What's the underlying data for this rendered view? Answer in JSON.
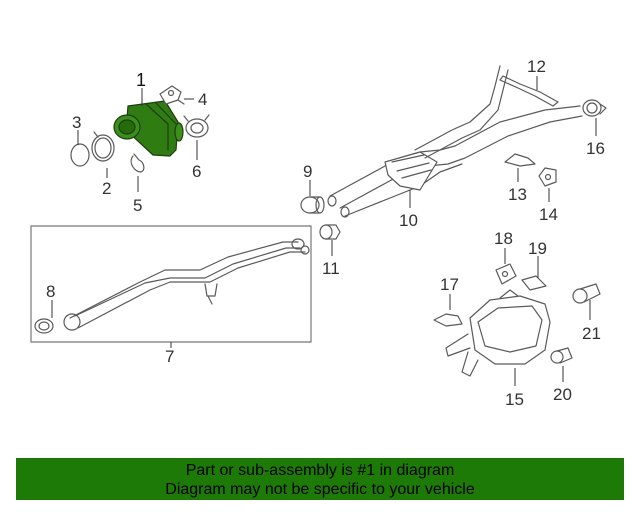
{
  "diagram": {
    "highlight_color": "#2f7d12",
    "callouts": [
      {
        "id": "1",
        "label": "1",
        "highlighted": true
      },
      {
        "id": "2",
        "label": "2"
      },
      {
        "id": "3",
        "label": "3"
      },
      {
        "id": "4",
        "label": "4"
      },
      {
        "id": "5",
        "label": "5"
      },
      {
        "id": "6",
        "label": "6"
      },
      {
        "id": "7",
        "label": "7"
      },
      {
        "id": "8",
        "label": "8"
      },
      {
        "id": "9",
        "label": "9"
      },
      {
        "id": "10",
        "label": "10"
      },
      {
        "id": "11",
        "label": "11"
      },
      {
        "id": "12",
        "label": "12"
      },
      {
        "id": "13",
        "label": "13"
      },
      {
        "id": "14",
        "label": "14"
      },
      {
        "id": "15",
        "label": "15"
      },
      {
        "id": "16",
        "label": "16"
      },
      {
        "id": "17",
        "label": "17"
      },
      {
        "id": "18",
        "label": "18"
      },
      {
        "id": "19",
        "label": "19"
      },
      {
        "id": "20",
        "label": "20"
      },
      {
        "id": "21",
        "label": "21"
      }
    ]
  },
  "banner": {
    "line1": "Part or sub-assembly is #1 in diagram",
    "line2": "Diagram may not be specific to your vehicle",
    "color": "#1d7a07"
  }
}
